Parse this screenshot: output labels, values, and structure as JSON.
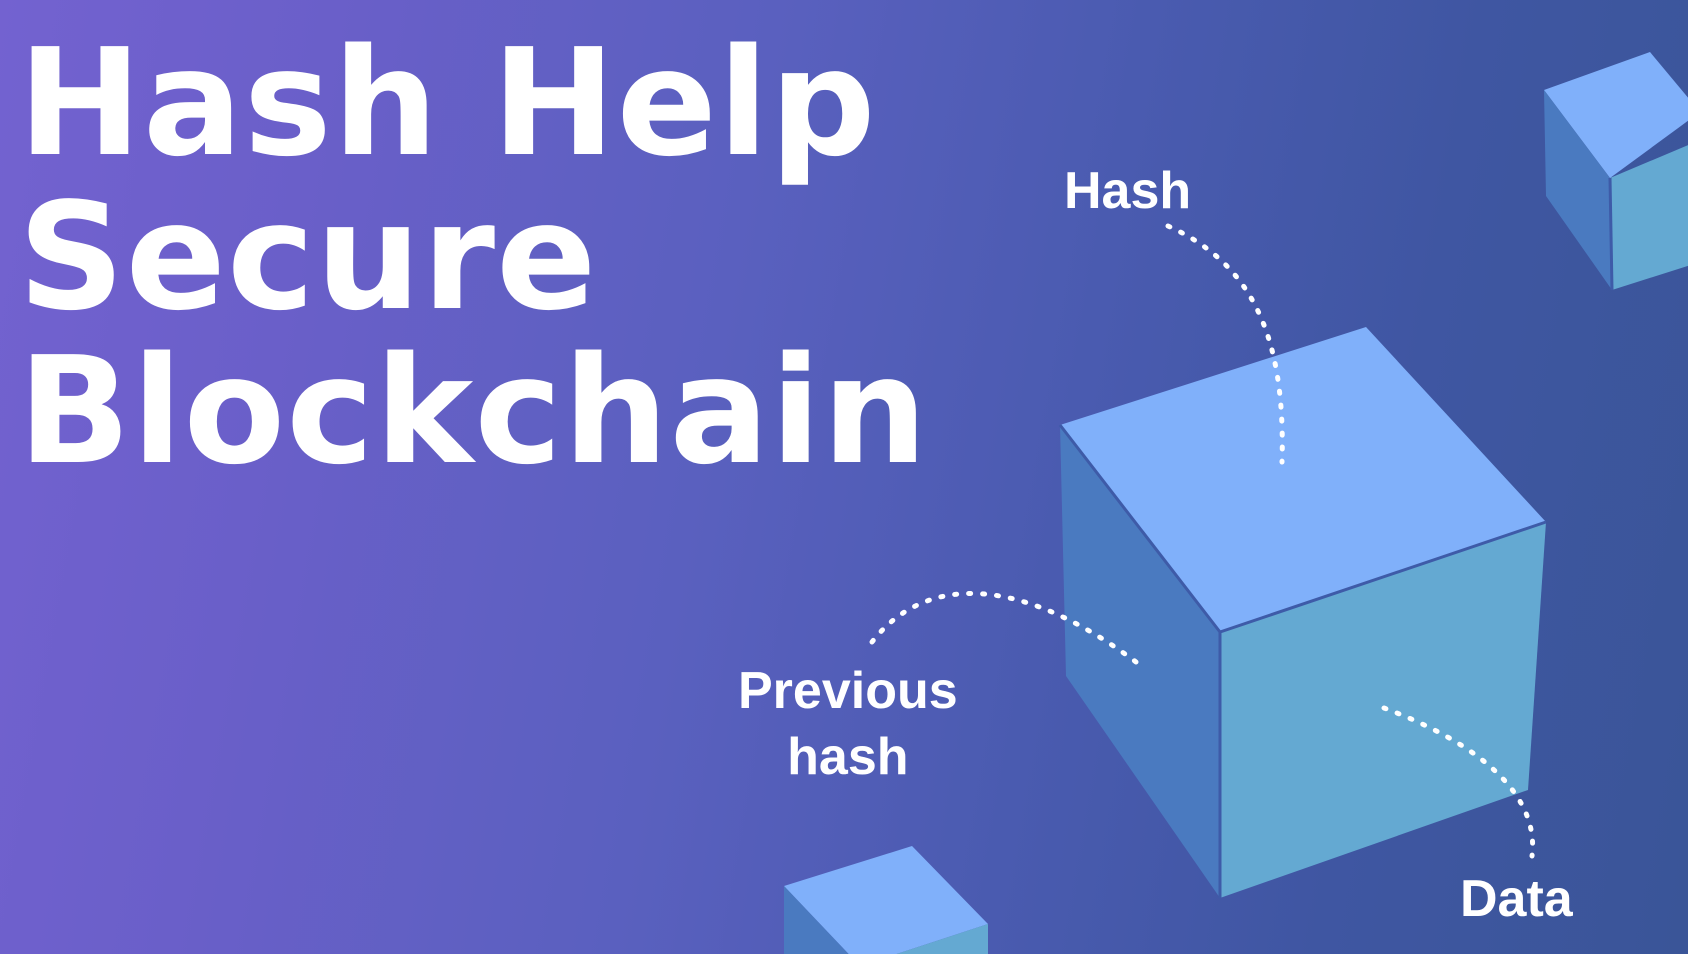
{
  "title": {
    "lines": [
      "Hash Help",
      "Secure",
      "Blockchain"
    ]
  },
  "labels": {
    "hash": "Hash",
    "previous_hash": [
      "Previous",
      "hash"
    ],
    "data": "Data"
  },
  "colors": {
    "background_left": "#7362d0",
    "background_right": "#3a5598",
    "cube_top": "#80b0fa",
    "cube_left": "#4a7ac0",
    "cube_right": "#64a9d2",
    "cube_edge": "#3e5ba8",
    "text": "#ffffff"
  }
}
